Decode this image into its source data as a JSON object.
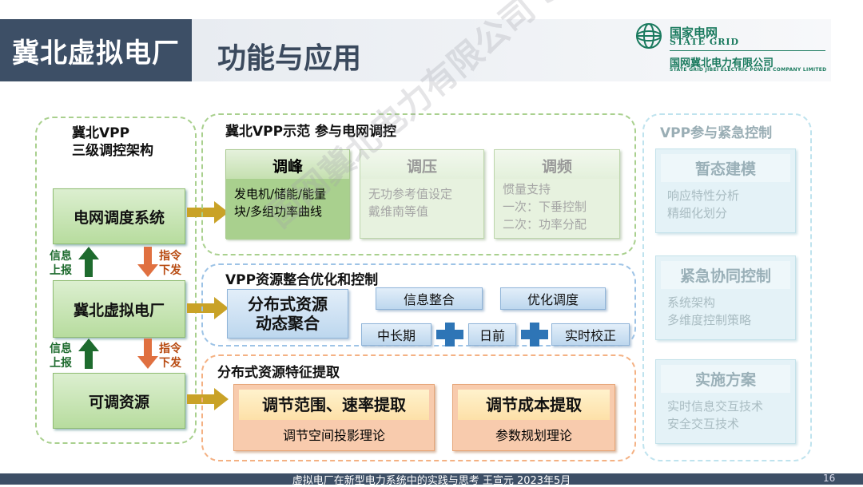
{
  "header": {
    "title": "冀北虚拟电厂",
    "page_title": "功能与应用",
    "logo": {
      "cn_name": "国家电网",
      "en_name": "STATE GRID",
      "company_cn": "国网冀北电力有限公司",
      "company_en": "STATE GRID JIBEI ELECTRIC POWER COMPANY LIMITED"
    }
  },
  "left": {
    "title_line1": "冀北VPP",
    "title_line2": "三级调控架构",
    "box1": "电网调度系统",
    "box2": "冀北虚拟电厂",
    "box3": "可调资源",
    "up_label_line1": "信息",
    "up_label_line2": "上报",
    "down_label_line1": "指令",
    "down_label_line2": "下发"
  },
  "demo": {
    "title": "冀北VPP示范 参与电网调控",
    "cards": [
      {
        "head": "调峰",
        "lines": [
          "发电机/储能/能量",
          "块/多组功率曲线"
        ]
      },
      {
        "head": "调压",
        "lines": [
          "无功参考值设定",
          "戴维南等值"
        ]
      },
      {
        "head": "调频",
        "lines": [
          "惯量支持",
          "一次：下垂控制",
          "二次：功率分配"
        ]
      }
    ]
  },
  "resource": {
    "title": "VPP资源整合优化和控制",
    "main": "分布式资源动态聚合",
    "info": "信息整合",
    "opt": "优化调度",
    "mid": "中长期",
    "day": "日前",
    "rt": "实时校正"
  },
  "feature": {
    "title": "分布式资源特征提取",
    "box1_head": "调节范围、速率提取",
    "box1_body": "调节空间投影理论",
    "box2_head": "调节成本提取",
    "box2_body": "参数规划理论"
  },
  "emergency": {
    "title": "VPP参与紧急控制",
    "cards": [
      {
        "head": "暂态建模",
        "lines": [
          "响应特性分析",
          "精细化划分"
        ]
      },
      {
        "head": "紧急协同控制",
        "lines": [
          "系统架构",
          "多维度控制策略"
        ]
      },
      {
        "head": "实施方案",
        "lines": [
          "实时信息交互技术",
          "安全交互技术"
        ]
      }
    ]
  },
  "footer": {
    "text": "虚拟电厂在新型电力系统中的实践与思考 王宣元 2023年5月",
    "page": "16"
  },
  "watermark": "国网冀北电力有限公司 SGCC Wan",
  "colors": {
    "navy": "#3d4f66",
    "green": "#a9d08e",
    "blue": "#9dc3e6",
    "orange": "#f4b183",
    "arrow": "#c9a227"
  }
}
